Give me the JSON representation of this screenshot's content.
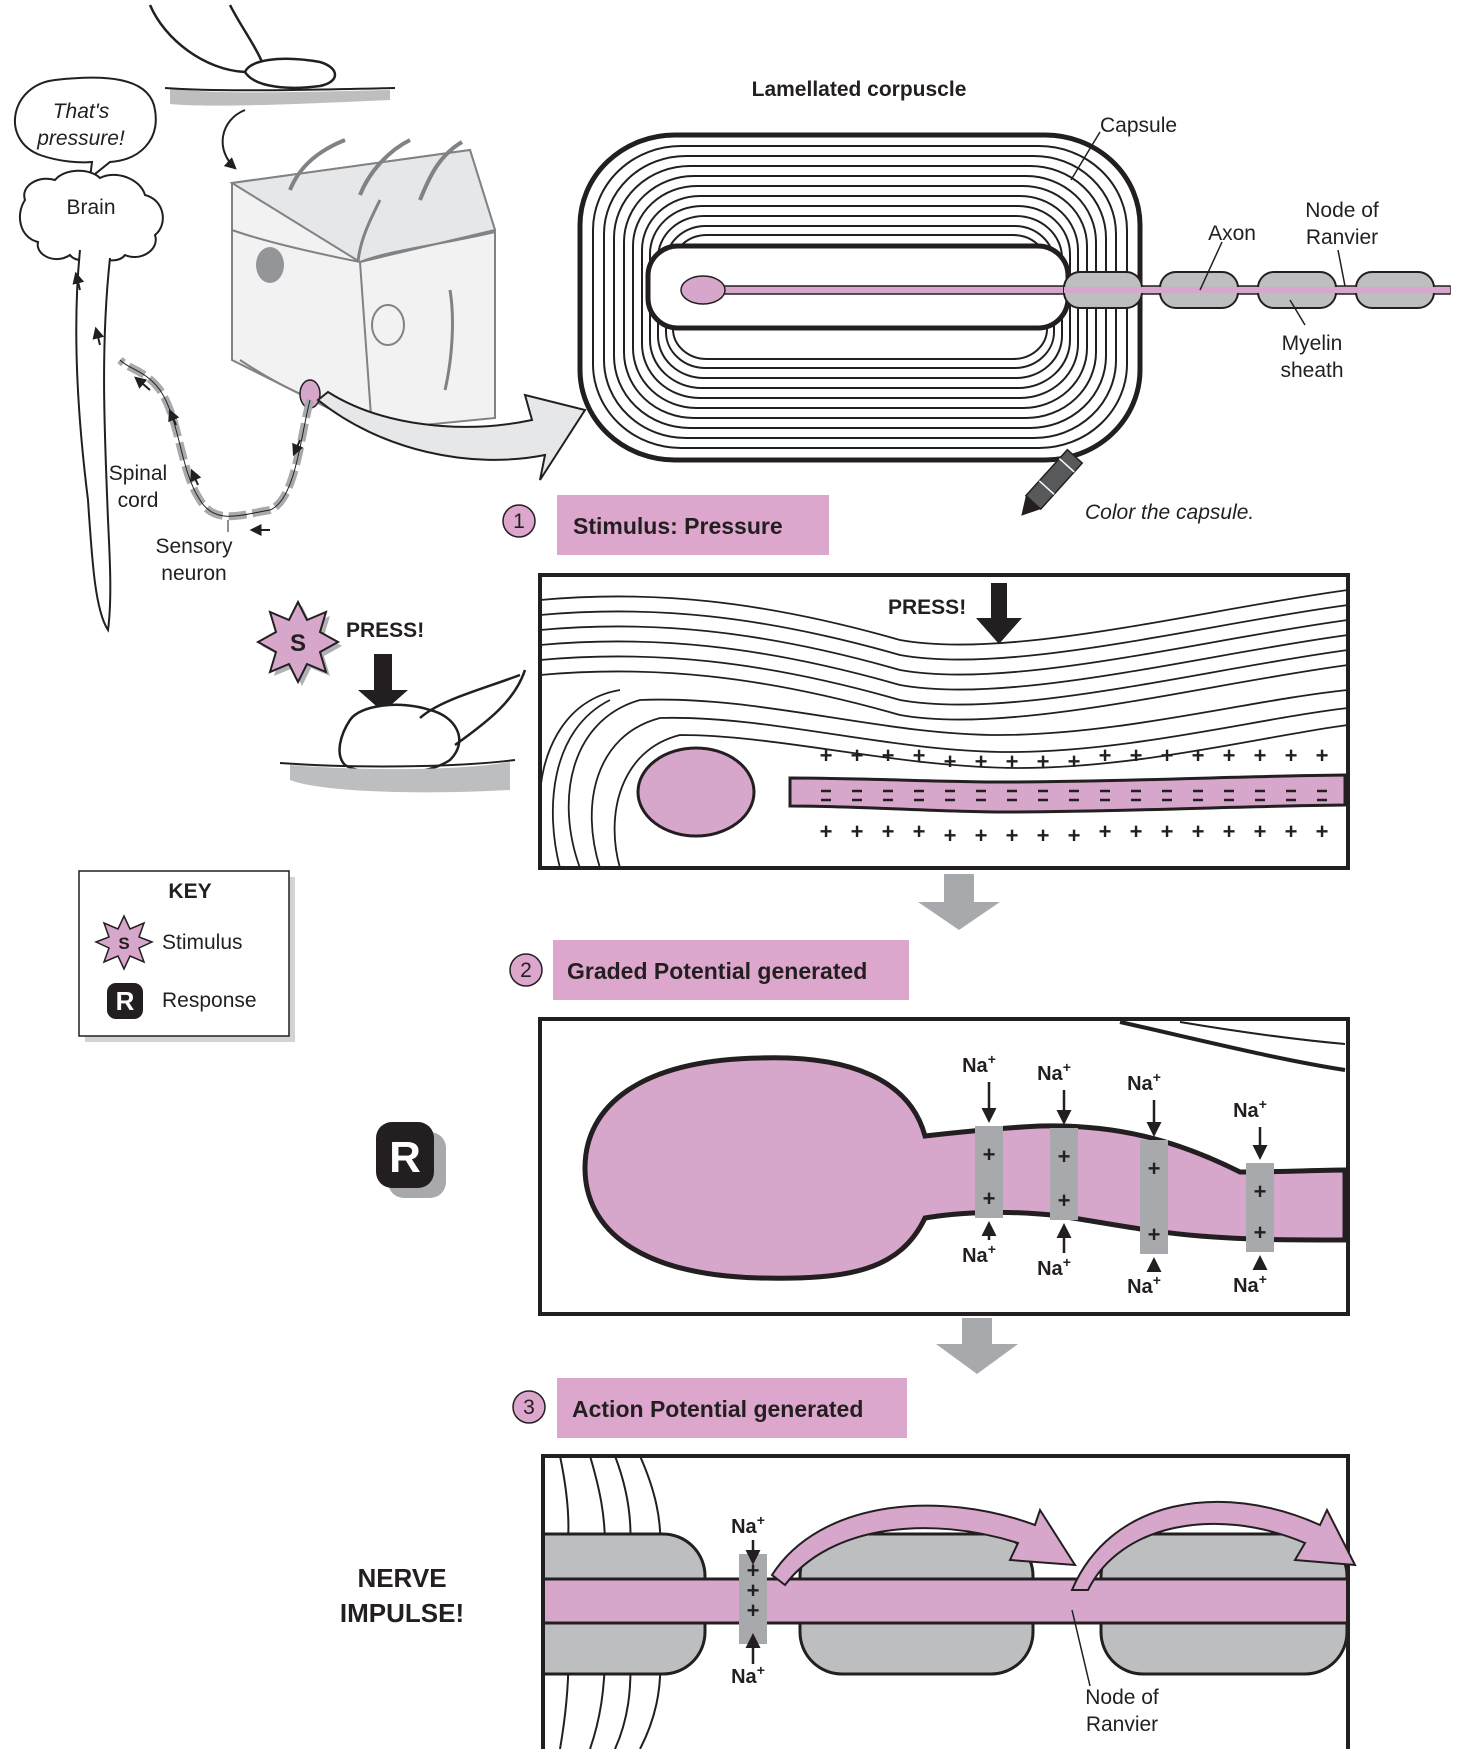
{
  "overview": {
    "speech": [
      "That's",
      "pressure!"
    ],
    "brain": "Brain",
    "spinal_cord": [
      "Spinal",
      "cord"
    ],
    "sensory_neuron": [
      "Sensory",
      "neuron"
    ]
  },
  "corpuscle": {
    "title": "Lamellated corpuscle",
    "capsule": "Capsule",
    "axon": "Axon",
    "node": [
      "Node of",
      "Ranvier"
    ],
    "myelin": [
      "Myelin",
      "sheath"
    ],
    "instruction": "Color the capsule."
  },
  "steps": [
    {
      "number": "1",
      "label": "Stimulus:  Pressure"
    },
    {
      "number": "2",
      "label": "Graded Potential generated"
    },
    {
      "number": "3",
      "label": "Action Potential generated"
    }
  ],
  "press_label": "PRESS!",
  "key": {
    "title": "KEY",
    "stimulus_symbol": "S",
    "stimulus": "Stimulus",
    "response_symbol": "R",
    "response": "Response"
  },
  "ion": {
    "base": "Na",
    "charge": "+"
  },
  "nerve_impulse": [
    "NERVE",
    "IMPULSE!"
  ],
  "node_label": [
    "Node of",
    "Ranvier"
  ],
  "colors": {
    "pink": "#d7a7cb",
    "pink_box": "#dca6cd",
    "gray": "#a7a9ac",
    "light_gray": "#c8c9cb"
  }
}
